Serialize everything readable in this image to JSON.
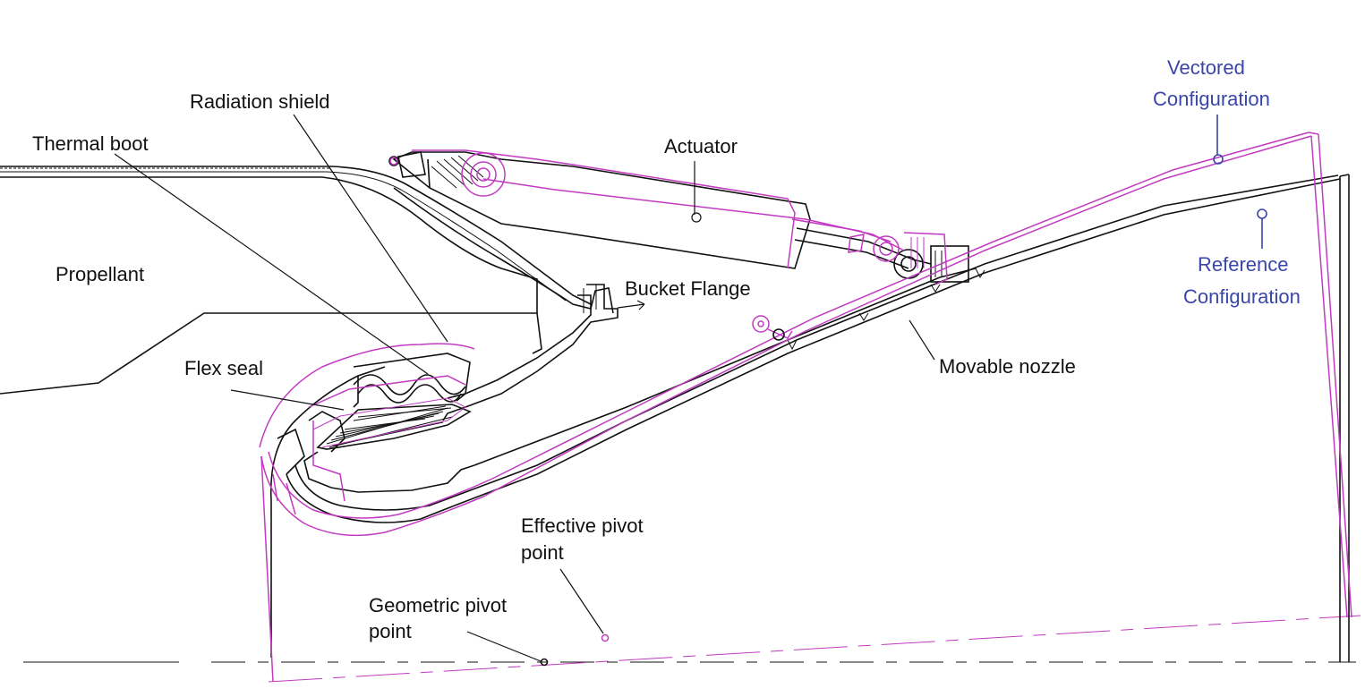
{
  "labels": {
    "radiation_shield": "Radiation shield",
    "thermal_boot": "Thermal boot",
    "actuator": "Actuator",
    "propellant": "Propellant",
    "bucket_flange": "Bucket Flange",
    "flex_seal": "Flex seal",
    "movable_nozzle": "Movable nozzle",
    "effective_pivot_line1": "Effective pivot",
    "effective_pivot_line2": "point",
    "geometric_pivot_line1": "Geometric pivot",
    "geometric_pivot_line2": "point",
    "vectored_line1": "Vectored",
    "vectored_line2": "Configuration",
    "reference_line1": "Reference",
    "reference_line2": "Configuration"
  },
  "colors": {
    "reference_outline": "#111111",
    "vectored_outline": "#c23ac2",
    "callout_blue": "#3a46a8"
  }
}
